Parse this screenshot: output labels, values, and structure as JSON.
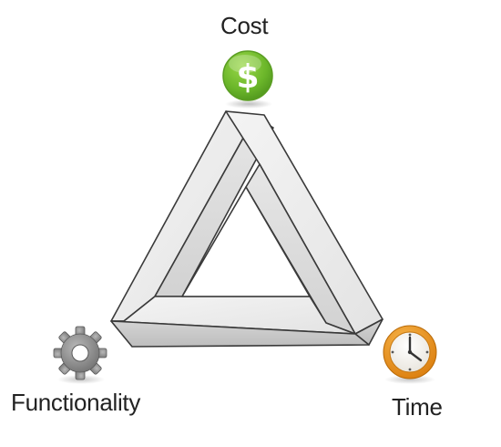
{
  "diagram": {
    "top": {
      "label": "Cost",
      "icon": "dollar-coin-icon",
      "symbol": "$",
      "color": "#6bb62a"
    },
    "bottom_left": {
      "label": "Functionality",
      "icon": "gear-icon",
      "color": "#7a7a7a"
    },
    "bottom_right": {
      "label": "Time",
      "icon": "clock-icon",
      "color": "#e68a12"
    },
    "shape": "impossible-triangle"
  }
}
